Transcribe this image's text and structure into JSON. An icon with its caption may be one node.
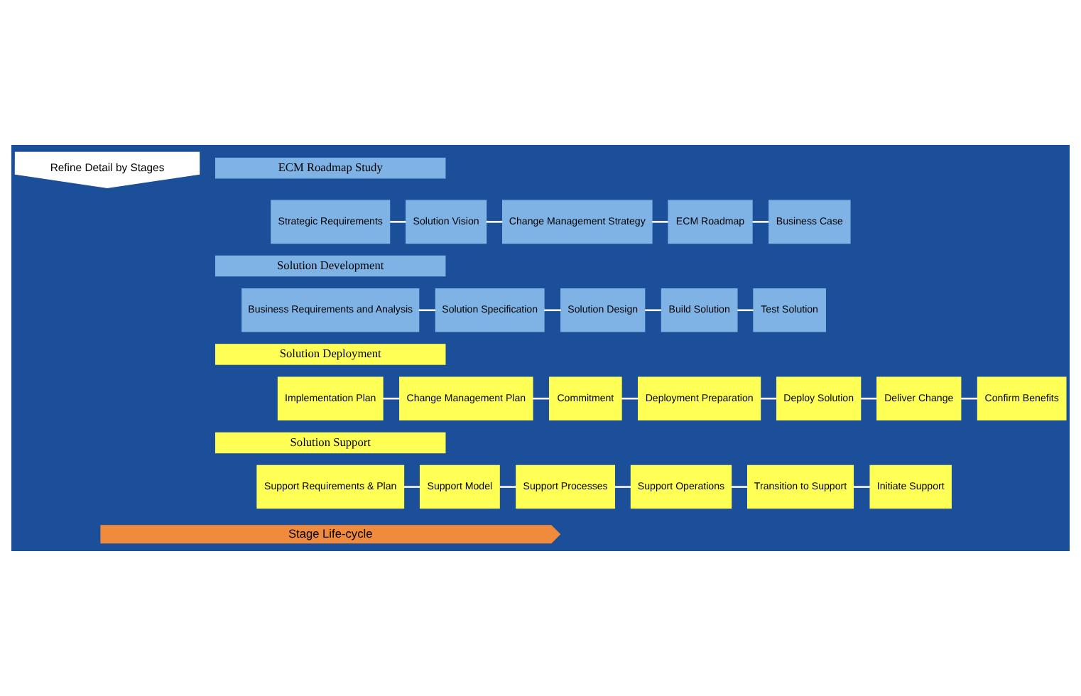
{
  "diagram": {
    "nodes": [
      {
        "text": [
          "Refine Detail by Stages"
        ]
      },
      {
        "text": [
          "ECM Roadmap Study"
        ]
      },
      {
        "text": [
          "Strategic Requirements"
        ]
      },
      {
        "text": [
          "Solution Vision"
        ]
      },
      {
        "text": [
          "Change Management Strategy"
        ]
      },
      {
        "text": [
          "ECM Roadmap"
        ]
      },
      {
        "text": [
          "Business Case"
        ]
      },
      {
        "text": [
          "Solution Development"
        ]
      },
      {
        "text": [
          "Business Requirements and Analysis"
        ]
      },
      {
        "text": [
          "Solution Specification"
        ]
      },
      {
        "text": [
          "Solution Design"
        ]
      },
      {
        "text": [
          "Build Solution"
        ]
      },
      {
        "text": [
          "Test Solution"
        ]
      },
      {
        "text": [
          "Solution Deployment"
        ]
      },
      {
        "text": [
          "Implementation Plan"
        ]
      },
      {
        "text": [
          "Change Management Plan"
        ]
      },
      {
        "text": [
          "Commitment"
        ]
      },
      {
        "text": [
          "Deployment Preparation"
        ]
      },
      {
        "text": [
          "Deploy Solution"
        ]
      },
      {
        "text": [
          "Deliver Change"
        ]
      },
      {
        "text": [
          "Confirm Benefits"
        ]
      },
      {
        "text": [
          "Solution Support"
        ]
      },
      {
        "text": [
          "Support Requirements & Plan"
        ]
      },
      {
        "text": [
          "Support Model"
        ]
      },
      {
        "text": [
          "Support Processes"
        ]
      },
      {
        "text": [
          "Support Operations"
        ]
      },
      {
        "text": [
          "Transition to Support"
        ]
      },
      {
        "text": [
          "Initiate Support"
        ]
      },
      {
        "text": [
          "Stage Life-cycle"
        ]
      }
    ],
    "edges": [
      {
        "from": 2,
        "to": 3,
        "arrow": "none"
      },
      {
        "from": 3,
        "to": 4,
        "arrow": "none"
      },
      {
        "from": 4,
        "to": 5,
        "arrow": "none"
      },
      {
        "from": 5,
        "to": 6,
        "arrow": "none"
      },
      {
        "from": 8,
        "to": 9,
        "arrow": "none"
      },
      {
        "from": 9,
        "to": 10,
        "arrow": "none"
      },
      {
        "from": 10,
        "to": 11,
        "arrow": "none"
      },
      {
        "from": 11,
        "to": 12,
        "arrow": "none"
      },
      {
        "from": 14,
        "to": 15,
        "arrow": "none"
      },
      {
        "from": 15,
        "to": 16,
        "arrow": "none"
      },
      {
        "from": 16,
        "to": 17,
        "arrow": "none"
      },
      {
        "from": 17,
        "to": 18,
        "arrow": "none"
      },
      {
        "from": 18,
        "to": 19,
        "arrow": "none"
      },
      {
        "from": 19,
        "to": 20,
        "arrow": "none"
      },
      {
        "from": 22,
        "to": 23,
        "arrow": "none"
      },
      {
        "from": 23,
        "to": 24,
        "arrow": "none"
      },
      {
        "from": 24,
        "to": 25,
        "arrow": "none"
      },
      {
        "from": 25,
        "to": 26,
        "arrow": "none"
      },
      {
        "from": 26,
        "to": 27,
        "arrow": "none"
      }
    ]
  }
}
